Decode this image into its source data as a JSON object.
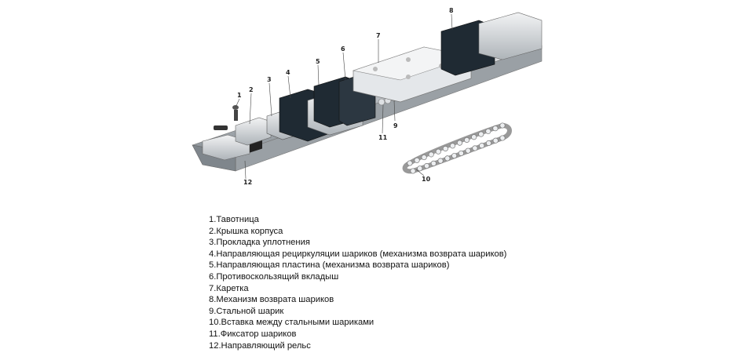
{
  "figure": {
    "callouts": [
      "1",
      "2",
      "3",
      "4",
      "5",
      "6",
      "7",
      "8",
      "9",
      "10",
      "11",
      "12"
    ]
  },
  "legend": [
    "1.Тавотница",
    "2.Крышка корпуса",
    "3.Прокладка уплотнения",
    "4.Направляющая рециркуляции шариков (механизма возврата шариков)",
    "5.Направляющая пластина (механизма возврата шариков)",
    "6.Противоскользящий вкладыш",
    "7.Каретка",
    "8.Механизм возврата шариков",
    "9.Стальной шарик",
    "10.Вставка между стальными шариками",
    "11.Фиксатор шариков",
    "12.Направляющий рельс"
  ]
}
